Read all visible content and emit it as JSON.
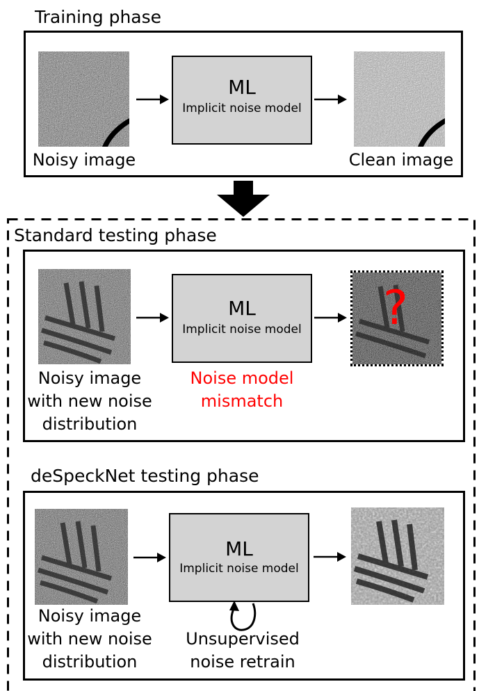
{
  "training": {
    "title": "Training phase",
    "ml_title": "ML",
    "ml_subtitle": "Implicit noise model",
    "input_caption": "Noisy image",
    "output_caption": "Clean image"
  },
  "standard_testing": {
    "title": "Standard testing phase",
    "ml_title": "ML",
    "ml_subtitle": "Implicit noise model",
    "input_caption_lines": [
      "Noisy image",
      "with new noise",
      "distribution"
    ],
    "mismatch_lines": [
      "Noise model",
      "mismatch"
    ],
    "question_mark": "?",
    "mismatch_color": "#ff0000"
  },
  "despecknet_testing": {
    "title": "deSpeckNet testing phase",
    "ml_title": "ML",
    "ml_subtitle": "Implicit noise model",
    "input_caption_lines": [
      "Noisy image",
      "with new noise",
      "distribution"
    ],
    "retrain_lines": [
      "Unsupervised",
      "noise retrain"
    ]
  },
  "colors": {
    "ml_box_fill": "#d3d3d3",
    "border": "#000000",
    "highlight_red": "#ff0000"
  }
}
